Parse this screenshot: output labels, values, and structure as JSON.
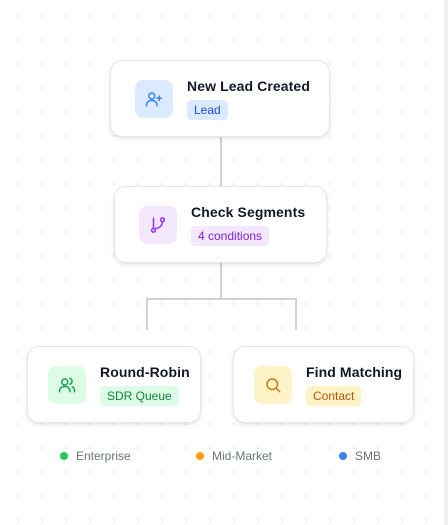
{
  "flow": {
    "nodes": [
      {
        "title": "New Lead Created",
        "badge": "Lead",
        "icon": "user-plus-icon",
        "icon_bg": "#dbeafe",
        "icon_color": "#3b82f6",
        "badge_bg": "#dbeafe",
        "badge_color": "#1d4ed8"
      },
      {
        "title": "Check Segments",
        "badge": "4 conditions",
        "icon": "git-branch-icon",
        "icon_bg": "#f3e8ff",
        "icon_color": "#9333ea",
        "badge_bg": "#f3e8ff",
        "badge_color": "#7e22ce"
      },
      {
        "title": "Round-Robin",
        "badge": "SDR Queue",
        "icon": "users-icon",
        "icon_bg": "#dcfce7",
        "icon_color": "#16a34a",
        "badge_bg": "#dcfce7",
        "badge_color": "#15803d"
      },
      {
        "title": "Find Matching",
        "badge": "Contact",
        "icon": "search-icon",
        "icon_bg": "#fef3c7",
        "icon_color": "#d97706",
        "badge_bg": "#fef3c7",
        "badge_color": "#b45309"
      }
    ]
  },
  "legend": {
    "items": [
      {
        "label": "Enterprise",
        "color": "#22c55e"
      },
      {
        "label": "Mid-Market",
        "color": "#f59e0b"
      },
      {
        "label": "SMB",
        "color": "#3b82f6"
      }
    ]
  }
}
